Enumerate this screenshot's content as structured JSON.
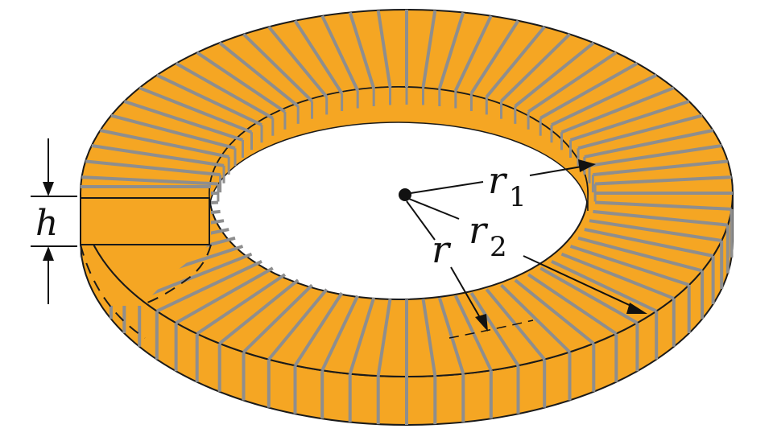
{
  "diagram": {
    "labels": {
      "height": "h",
      "inner_radius": "r",
      "inner_radius_sub": "1",
      "outer_radius": "r",
      "outer_radius_sub": "2",
      "radius": "r"
    },
    "colors": {
      "winding_copper": "#F5A623",
      "wire_gray": "#8E8E8E",
      "outline": "#1a1a1a"
    },
    "turns": 72
  }
}
